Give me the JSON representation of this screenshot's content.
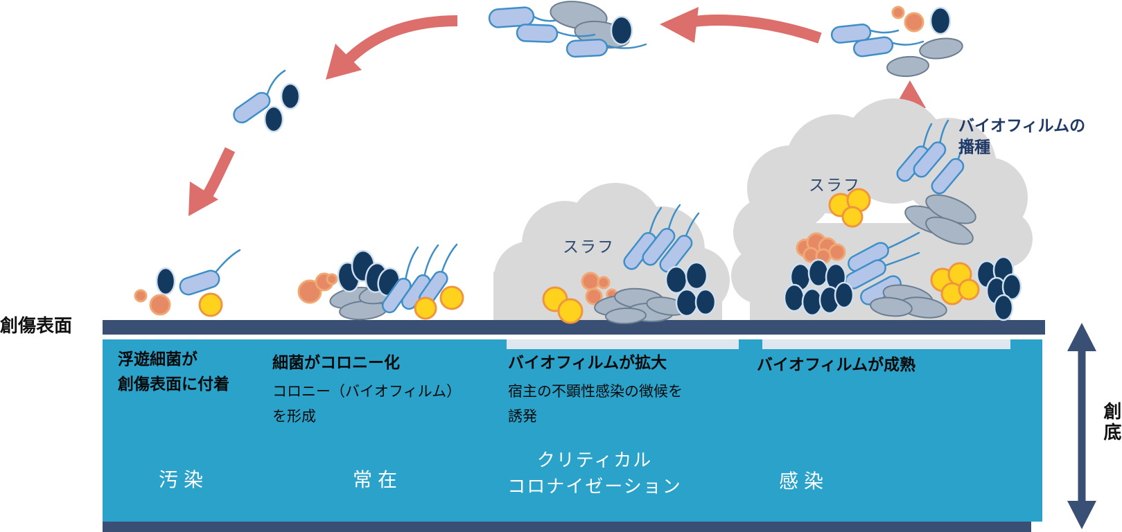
{
  "labels": {
    "wound_surface": "創傷表面",
    "wound_bed": "創底",
    "seeding_line1": "バイオフィルムの",
    "seeding_line2": "播種",
    "slough": "スラフ"
  },
  "stages": [
    {
      "heading_line1": "浮遊細菌が",
      "heading_line2": "創傷表面に付着",
      "desc_line1": "",
      "desc_line2": "",
      "phase_line1": "汚染",
      "phase_line2": ""
    },
    {
      "heading_line1": "細菌がコロニー化",
      "heading_line2": "",
      "desc_line1": "コロニー（バイオフィルム）",
      "desc_line2": "を形成",
      "phase_line1": "常在",
      "phase_line2": ""
    },
    {
      "heading_line1": "バイオフィルムが拡大",
      "heading_line2": "",
      "desc_line1": "宿主の不顕性感染の徴候を",
      "desc_line2": "誘発",
      "phase_line1": "クリティカル",
      "phase_line2": "コロナイゼーション"
    },
    {
      "heading_line1": "バイオフィルムが成熟",
      "heading_line2": "",
      "desc_line1": "",
      "desc_line2": "",
      "phase_line1": "感染",
      "phase_line2": ""
    }
  ],
  "colors": {
    "band_teal": "#2AA2CA",
    "bar_navy": "#3A4F74",
    "arrow_red": "#DC6E6B",
    "slough_gray": "#D9D9D9",
    "biofilm_strip": "#DEE7F0",
    "rod_fill": "#B3C6E9",
    "rod_stroke": "#3E8EC8",
    "gray_bacteria_fill": "#A9B6C6",
    "gray_bacteria_stroke": "#6B7E91",
    "navy_bacteria": "#14395F",
    "orange_fill": "#E68A66",
    "orange_stroke": "#F0A875",
    "yellow_fill": "#FFD21E",
    "yellow_stroke": "#F0953E",
    "label_navy": "#1F3864"
  }
}
